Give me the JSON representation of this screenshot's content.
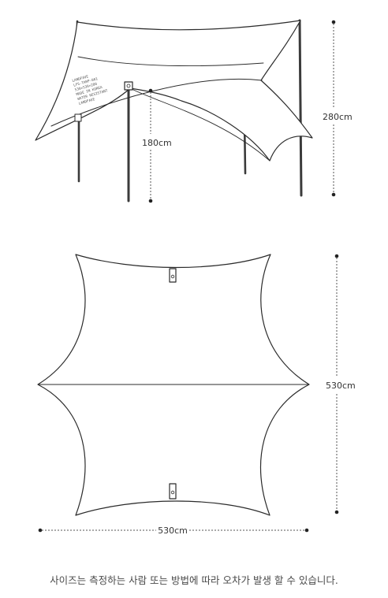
{
  "dimensions": {
    "height_total": "280cm",
    "height_inner": "180cm",
    "width_plan": "530cm",
    "length_plan": "530cm"
  },
  "tarp_print": {
    "brand": "LANDFAVE",
    "model": "LFS-TARP-001",
    "size": "530×530×280",
    "line1": "MADE IN KOREA",
    "line2": "WATER RESISTANT",
    "line3": "LANDFAVE"
  },
  "notice": "사이즈는 측정하는 사람 또는 방법에 따라 오차가 발생 할 수 있습니다."
}
